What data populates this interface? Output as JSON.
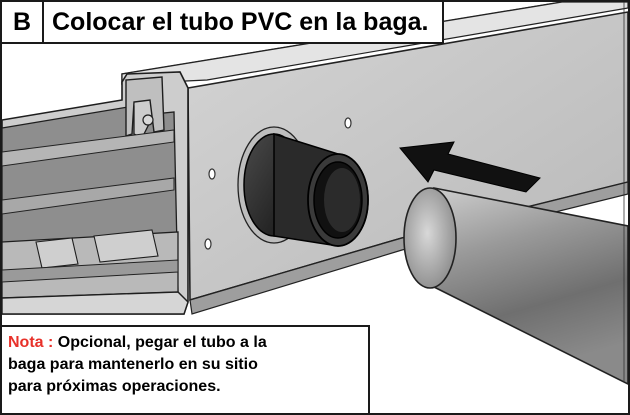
{
  "header": {
    "step_letter": "B",
    "title": "Colocar el tubo PVC en la baga."
  },
  "note": {
    "label": "Nota : ",
    "text_line1": "Opcional, pegar el tubo a la",
    "text_line2": "baga para mantenerlo en su sitio",
    "text_line3": "para próximas operaciones.",
    "label_color": "#e8312a"
  },
  "illustration": {
    "parts": [
      "aluminum-profile",
      "black-coupling-sleeve",
      "pvc-tube",
      "insertion-arrow"
    ],
    "arrow_direction": "left"
  }
}
